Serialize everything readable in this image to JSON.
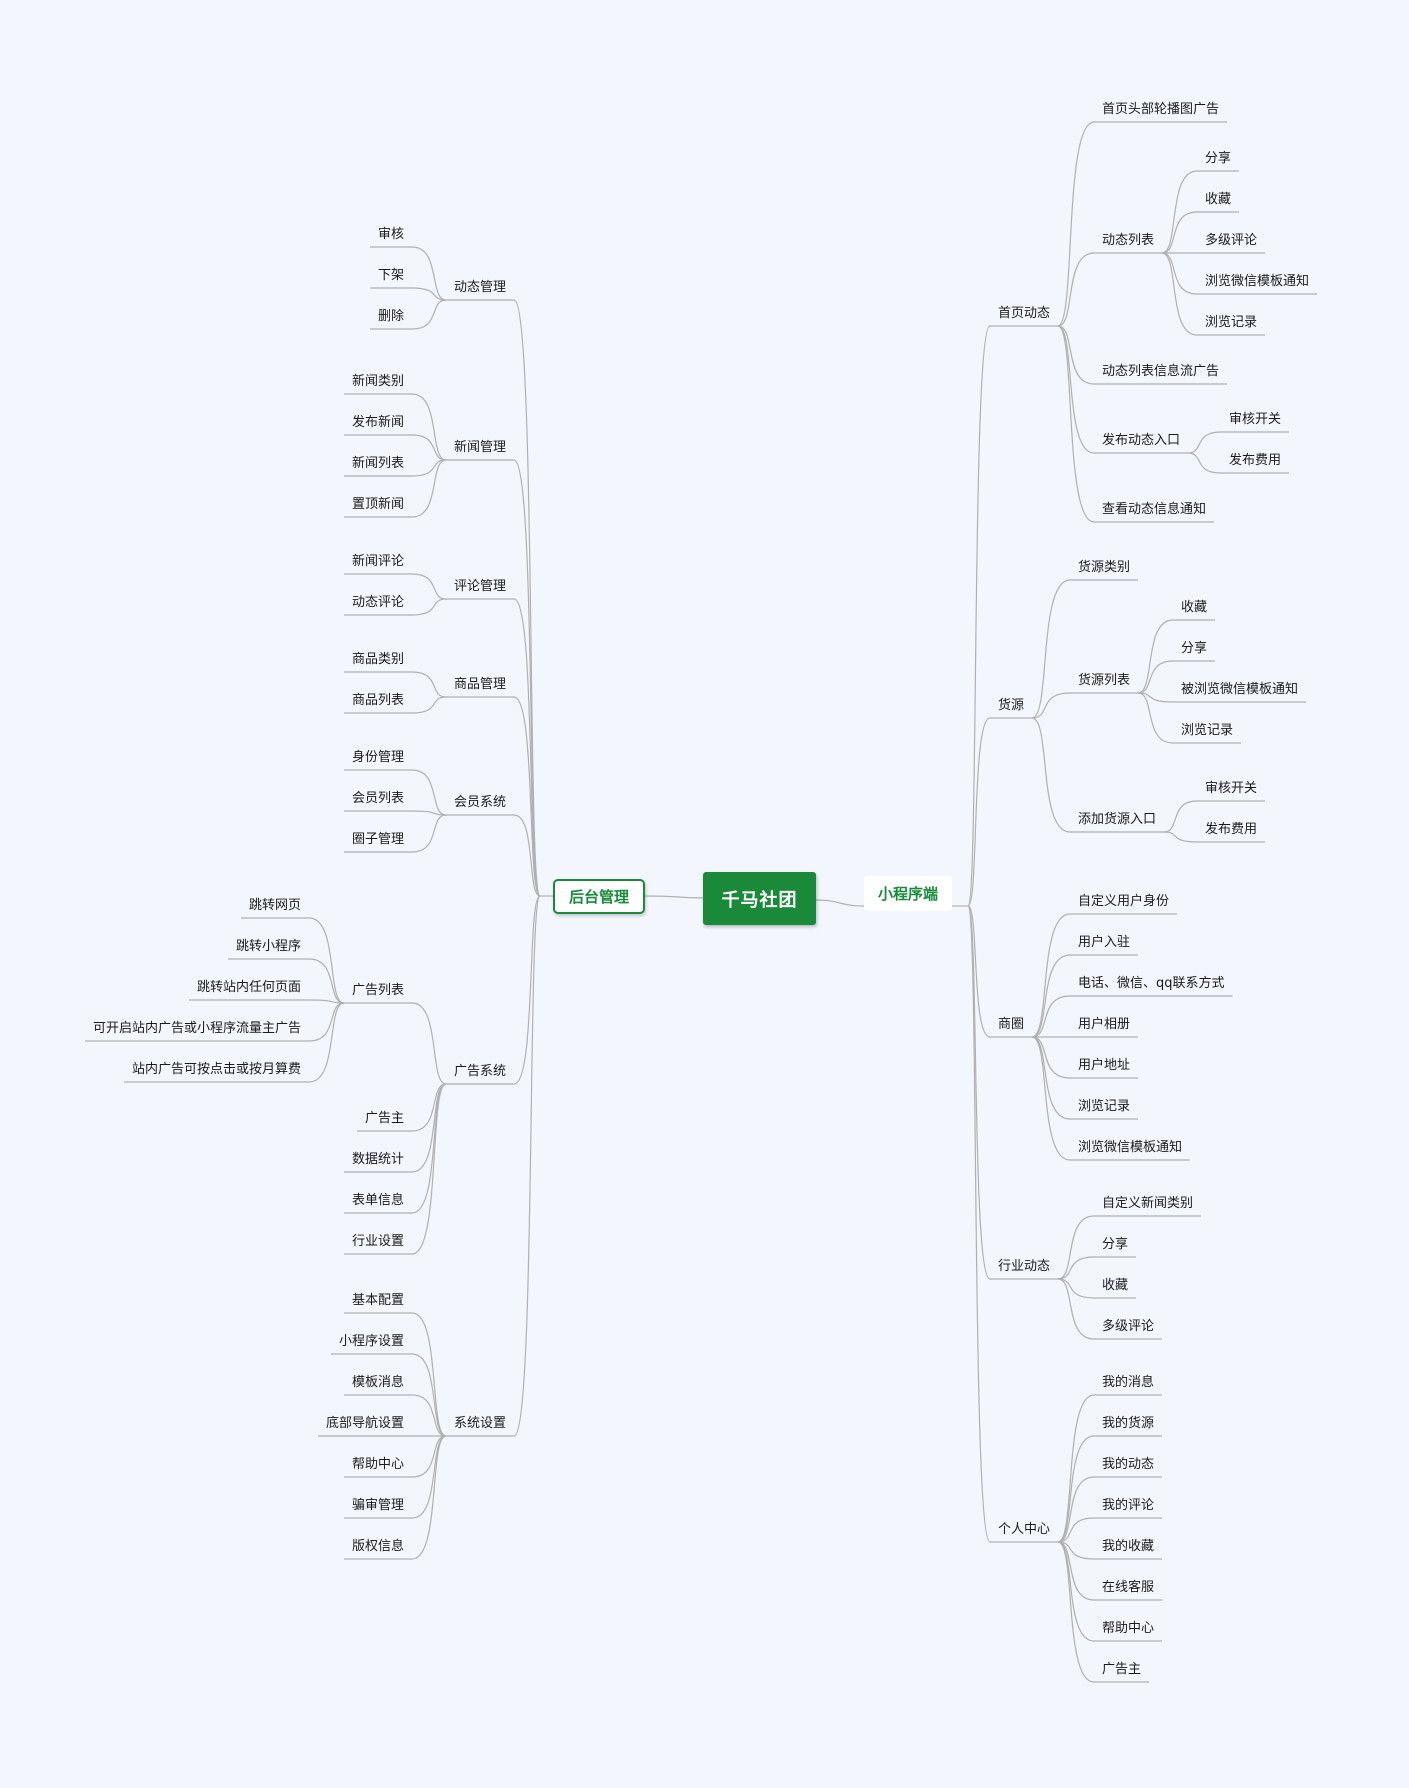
{
  "diagram": {
    "root": "千马社团",
    "left": {
      "title": "后台管理",
      "children": [
        {
          "label": "动态管理",
          "children": [
            {
              "label": "审核"
            },
            {
              "label": "下架"
            },
            {
              "label": "删除"
            }
          ]
        },
        {
          "label": "新闻管理",
          "children": [
            {
              "label": "新闻类别"
            },
            {
              "label": "发布新闻"
            },
            {
              "label": "新闻列表"
            },
            {
              "label": "置顶新闻"
            }
          ]
        },
        {
          "label": "评论管理",
          "children": [
            {
              "label": "新闻评论"
            },
            {
              "label": "动态评论"
            }
          ]
        },
        {
          "label": "商品管理",
          "children": [
            {
              "label": "商品类别"
            },
            {
              "label": "商品列表"
            }
          ]
        },
        {
          "label": "会员系统",
          "children": [
            {
              "label": "身份管理"
            },
            {
              "label": "会员列表"
            },
            {
              "label": "圈子管理"
            }
          ]
        },
        {
          "label": "广告系统",
          "children": [
            {
              "label": "广告列表",
              "children": [
                {
                  "label": "跳转网页"
                },
                {
                  "label": "跳转小程序"
                },
                {
                  "label": "跳转站内任何页面"
                },
                {
                  "label": "可开启站内广告或小程序流量主广告"
                },
                {
                  "label": "站内广告可按点击或按月算费"
                }
              ]
            },
            {
              "label": "广告主"
            },
            {
              "label": "数据统计"
            },
            {
              "label": "表单信息"
            },
            {
              "label": "行业设置"
            }
          ]
        },
        {
          "label": "系统设置",
          "children": [
            {
              "label": "基本配置"
            },
            {
              "label": "小程序设置"
            },
            {
              "label": "模板消息"
            },
            {
              "label": "底部导航设置"
            },
            {
              "label": "帮助中心"
            },
            {
              "label": "骗审管理"
            },
            {
              "label": "版权信息"
            }
          ]
        }
      ]
    },
    "right": {
      "title": "小程序端",
      "children": [
        {
          "label": "首页动态",
          "children": [
            {
              "label": "首页头部轮播图广告"
            },
            {
              "label": "动态列表",
              "children": [
                {
                  "label": "分享"
                },
                {
                  "label": "收藏"
                },
                {
                  "label": "多级评论"
                },
                {
                  "label": "浏览微信模板通知"
                },
                {
                  "label": "浏览记录"
                }
              ]
            },
            {
              "label": "动态列表信息流广告"
            },
            {
              "label": "发布动态入口",
              "children": [
                {
                  "label": "审核开关"
                },
                {
                  "label": "发布费用"
                }
              ]
            },
            {
              "label": "查看动态信息通知"
            }
          ]
        },
        {
          "label": "货源",
          "children": [
            {
              "label": "货源类别"
            },
            {
              "label": "货源列表",
              "children": [
                {
                  "label": "收藏"
                },
                {
                  "label": "分享"
                },
                {
                  "label": "被浏览微信模板通知"
                },
                {
                  "label": "浏览记录"
                }
              ]
            },
            {
              "label": "添加货源入口",
              "children": [
                {
                  "label": "审核开关"
                },
                {
                  "label": "发布费用"
                }
              ]
            }
          ]
        },
        {
          "label": "商圈",
          "children": [
            {
              "label": "自定义用户身份"
            },
            {
              "label": "用户入驻"
            },
            {
              "label": "电话、微信、qq联系方式"
            },
            {
              "label": "用户相册"
            },
            {
              "label": "用户地址"
            },
            {
              "label": "浏览记录"
            },
            {
              "label": "浏览微信模板通知"
            }
          ]
        },
        {
          "label": "行业动态",
          "children": [
            {
              "label": "自定义新闻类别"
            },
            {
              "label": "分享"
            },
            {
              "label": "收藏"
            },
            {
              "label": "多级评论"
            }
          ]
        },
        {
          "label": "个人中心",
          "children": [
            {
              "label": "我的消息"
            },
            {
              "label": "我的货源"
            },
            {
              "label": "我的动态"
            },
            {
              "label": "我的评论"
            },
            {
              "label": "我的收藏"
            },
            {
              "label": "在线客服"
            },
            {
              "label": "帮助中心"
            },
            {
              "label": "广告主"
            }
          ]
        }
      ]
    },
    "colors": {
      "background": "#f3f6fd",
      "accent": "#1a8a3a",
      "line": "#b0b0b0",
      "text": "#1a1a1a"
    }
  }
}
